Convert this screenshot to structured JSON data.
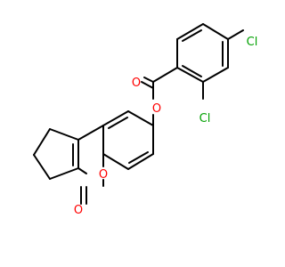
{
  "molecule": {
    "atoms": {
      "cl1": {
        "symbol": "Cl",
        "color": "#00a000"
      },
      "cl2": {
        "symbol": "Cl",
        "color": "#00a000"
      },
      "o_carbonyl_ester": {
        "symbol": "O",
        "color": "#ff0000"
      },
      "o_ester_link": {
        "symbol": "O",
        "color": "#ff0000"
      },
      "o_ring": {
        "symbol": "O",
        "color": "#ff0000"
      },
      "o_carbonyl_lactone": {
        "symbol": "O",
        "color": "#ff0000"
      }
    },
    "bond_color": "#000000"
  }
}
